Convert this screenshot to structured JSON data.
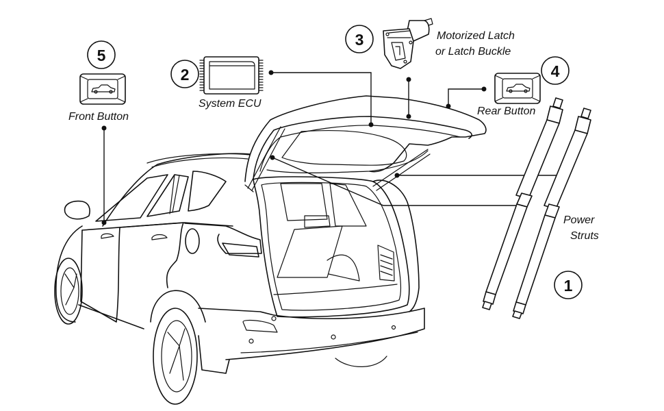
{
  "diagram": {
    "title": "Power Liftgate System Components",
    "colors": {
      "ink": "#111111",
      "background": "#ffffff"
    },
    "components": [
      {
        "number": "1",
        "label_lines": [
          "Power",
          "Struts"
        ],
        "icon": "gas-strut-pair-icon"
      },
      {
        "number": "2",
        "label_lines": [
          "System ECU"
        ],
        "icon": "ecu-module-icon"
      },
      {
        "number": "3",
        "label_lines": [
          "Motorized Latch",
          "or Latch Buckle"
        ],
        "icon": "motorized-latch-icon"
      },
      {
        "number": "4",
        "label_lines": [
          "Rear Button"
        ],
        "icon": "car-button-icon"
      },
      {
        "number": "5",
        "label_lines": [
          "Front Button"
        ],
        "icon": "car-button-icon"
      }
    ],
    "subject": "SUV with open power liftgate (rear three-quarter view)"
  }
}
